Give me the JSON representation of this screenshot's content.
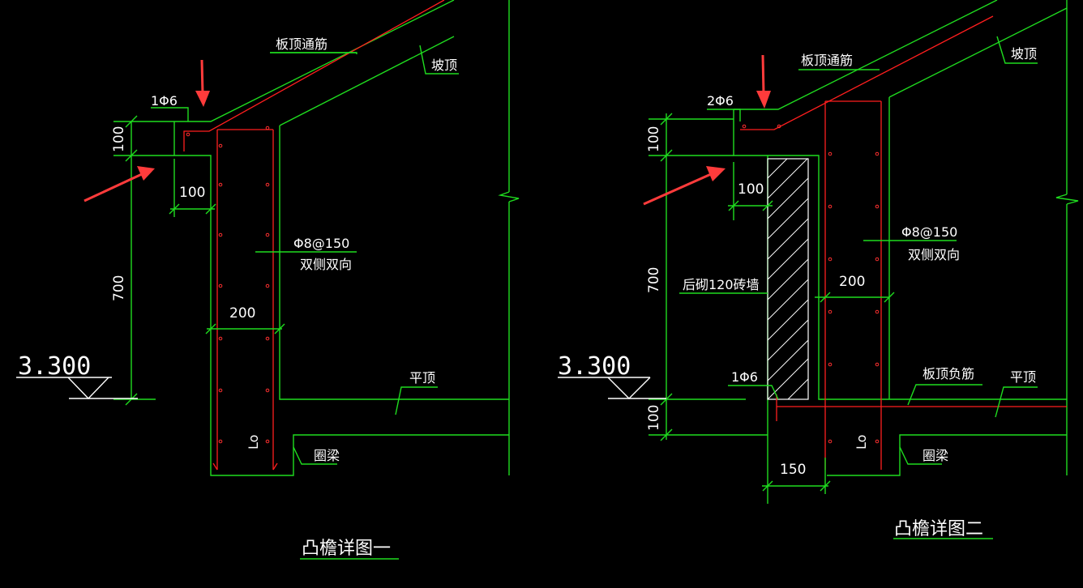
{
  "colors": {
    "background": "#000000",
    "outline": "#1fdc1f",
    "rebar": "#ff1e1e",
    "text": "#ffffff",
    "arrow": "#ff3b3b"
  },
  "detail1": {
    "title": "凸檐详图一",
    "label_slab_top_rebar": "板顶通筋",
    "label_slope_roof": "坡顶",
    "label_rebar_1phi6": "1Φ6",
    "label_rebar_phi8": "Φ8@150",
    "label_both_sides": "双侧双向",
    "label_flat_roof": "平顶",
    "label_ring_beam": "圈梁",
    "label_lo": "Lo",
    "dim_100_vertical": "100",
    "dim_100_horizontal": "100",
    "dim_700": "700",
    "dim_200": "200",
    "elevation": "3.300"
  },
  "detail2": {
    "title": "凸檐详图二",
    "label_slab_top_rebar": "板顶通筋",
    "label_slope_roof": "坡顶",
    "label_rebar_2phi6": "2Φ6",
    "label_rebar_phi8": "Φ8@150",
    "label_both_sides": "双侧双向",
    "label_brick_wall": "后砌120砖墙",
    "label_rebar_1phi6": "1Φ6",
    "label_slab_top_neg_rebar": "板顶负筋",
    "label_flat_roof": "平顶",
    "label_ring_beam": "圈梁",
    "label_lo": "Lo",
    "dim_100_vertical": "100",
    "dim_100_horizontal": "100",
    "dim_700": "700",
    "dim_200": "200",
    "dim_100_bottom": "100",
    "dim_150": "150",
    "elevation": "3.300"
  }
}
